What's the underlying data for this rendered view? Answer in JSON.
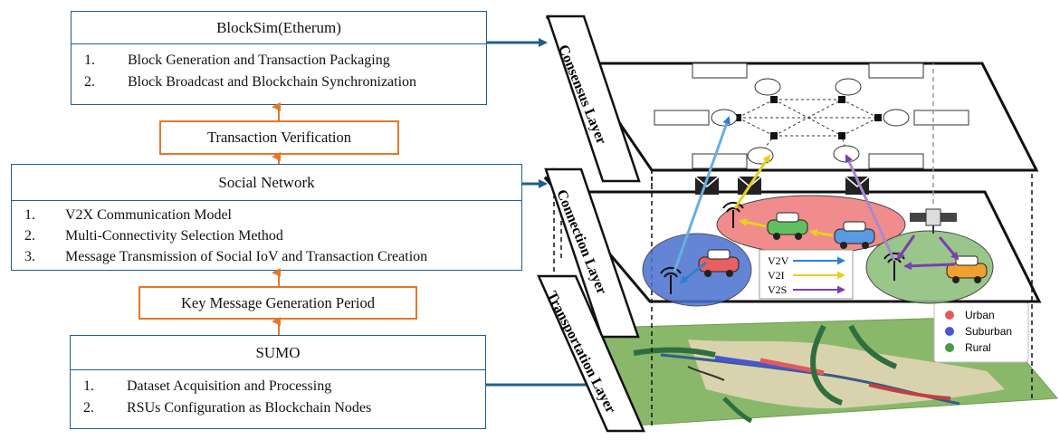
{
  "blocksim": {
    "title": "BlockSim(Etherum)",
    "items": [
      {
        "num": "1.",
        "text": "Block Generation and Transaction Packaging"
      },
      {
        "num": "2.",
        "text": "Block Broadcast and Blockchain Synchronization"
      }
    ]
  },
  "transaction_verification": "Transaction Verification",
  "social_network": {
    "title": "Social Network",
    "items": [
      {
        "num": "1.",
        "text": "V2X Communication Model"
      },
      {
        "num": "2.",
        "text": "Multi-Connectivity Selection Method"
      },
      {
        "num": "3.",
        "text": "Message Transmission of Social IoV and Transaction Creation"
      }
    ]
  },
  "key_message": "Key Message Generation Period",
  "sumo": {
    "title": "SUMO",
    "items": [
      {
        "num": "1.",
        "text": "Dataset Acquisition and Processing"
      },
      {
        "num": "2.",
        "text": "RSUs Configuration as Blockchain Nodes"
      }
    ]
  },
  "layers": {
    "consensus": "Consensus Layer",
    "connection": "Connection Layer",
    "transportation": "Transportation Layer"
  },
  "link_legend": [
    {
      "label": "V2V",
      "color": "#2f7fd1"
    },
    {
      "label": "V2I",
      "color": "#e8d020"
    },
    {
      "label": "V2S",
      "color": "#7a3fb0"
    }
  ],
  "region_legend": [
    {
      "label": "Urban",
      "color": "#e05a5a"
    },
    {
      "label": "Suburban",
      "color": "#4a55d0"
    },
    {
      "label": "Rural",
      "color": "#4a9a4a"
    }
  ],
  "colors": {
    "box_border": "#1f5f8b",
    "orange": "#e3782a",
    "arrow_blue": "#1f5f8b"
  }
}
